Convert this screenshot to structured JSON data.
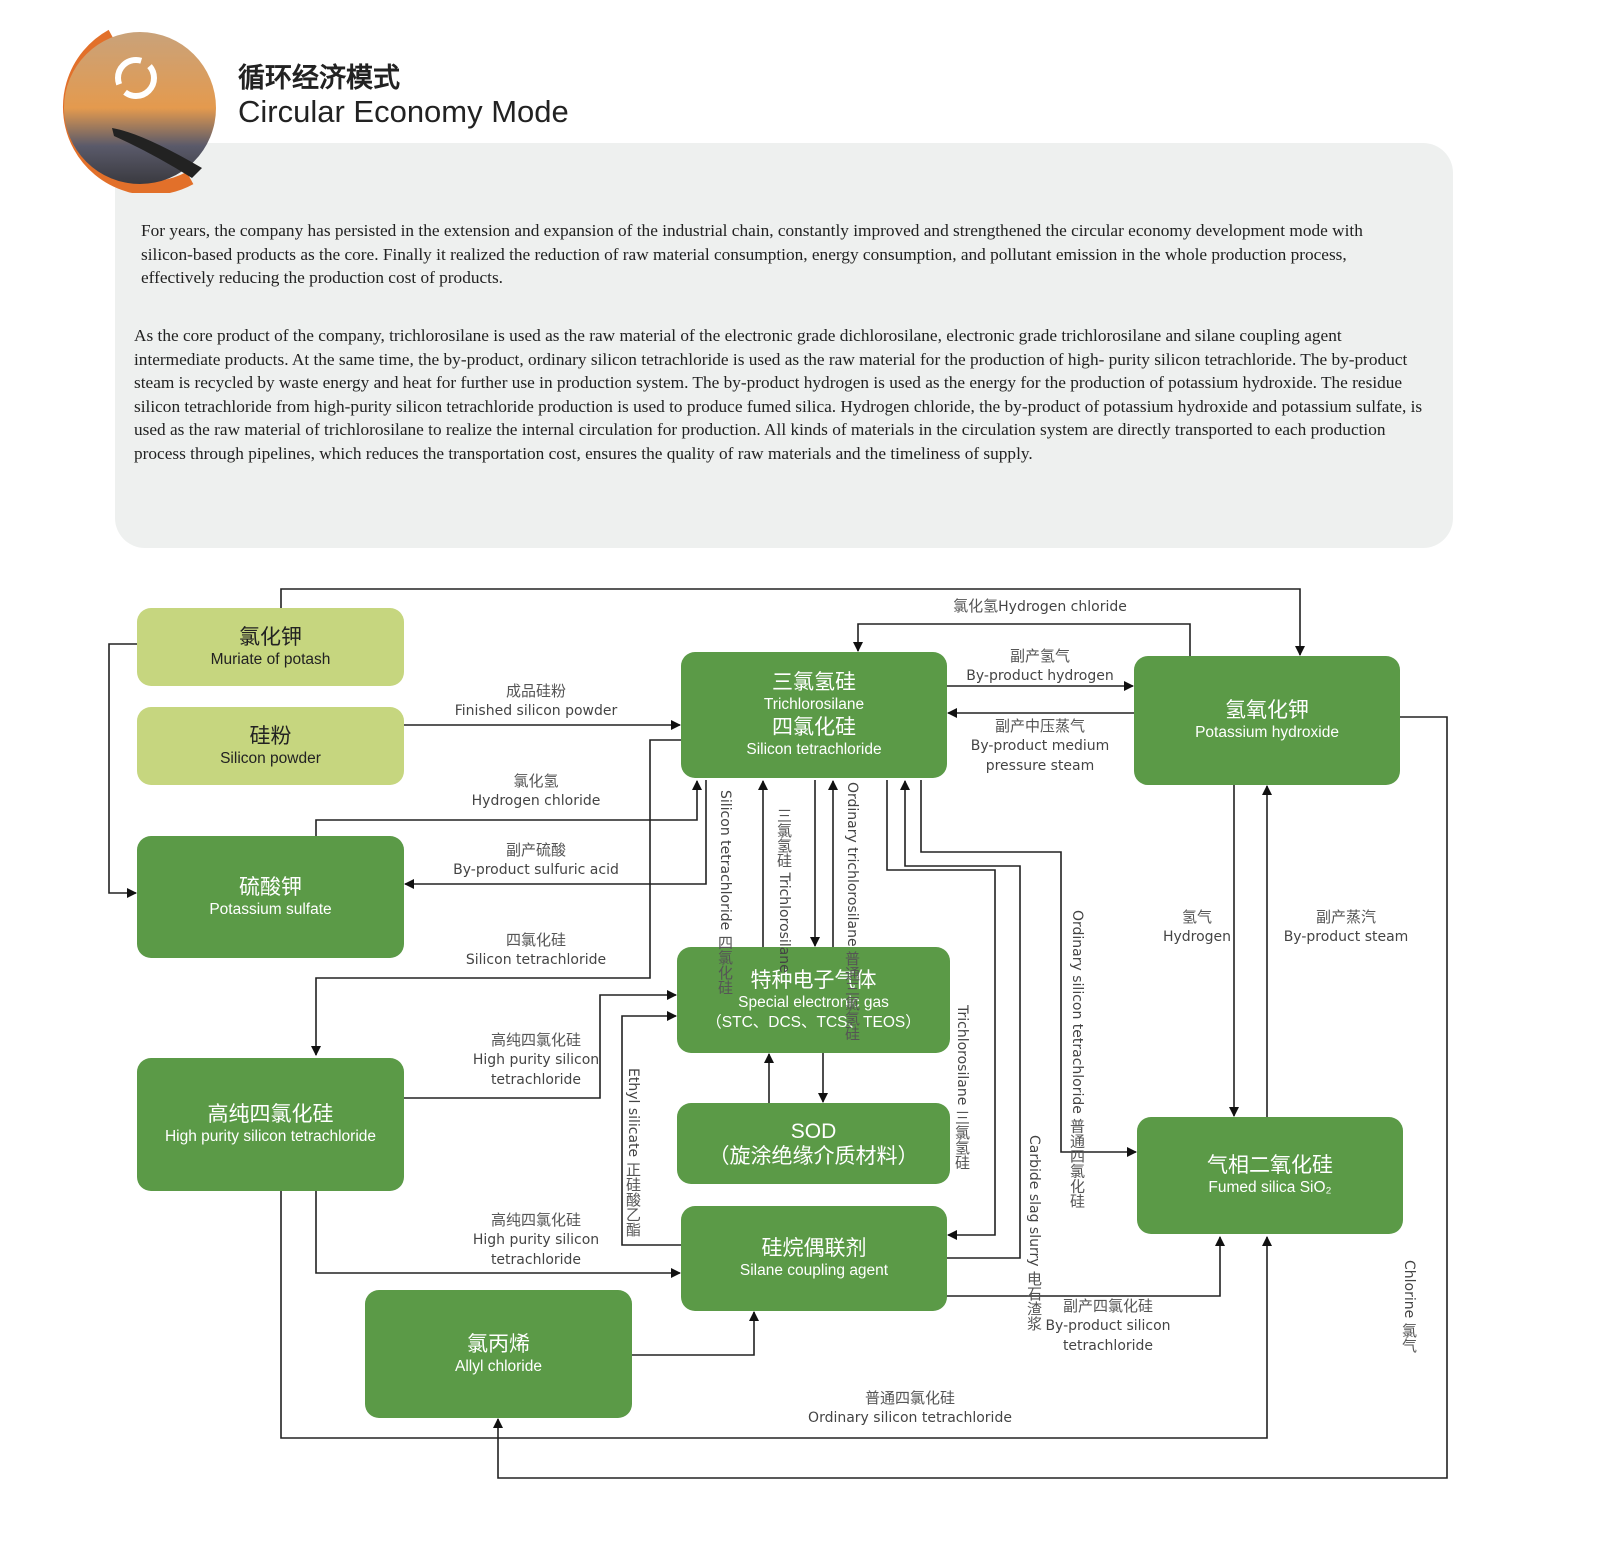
{
  "header": {
    "title_cn": "循环经济模式",
    "title_en": "Circular Economy Mode"
  },
  "intro": {
    "p1": "For years, the company has persisted in the extension and expansion of the industrial chain, constantly improved and strengthened the circular economy development mode with silicon-based products as the core. Finally it realized the reduction of raw material consumption, energy consumption, and pollutant emission in the whole production process, effectively reducing the production cost of products.",
    "p2": "As the core product of the company, trichlorosilane is used as the raw material of the electronic grade dichlorosilane, electronic grade trichlorosilane and silane coupling agent intermediate products. At the same time, the by-product, ordinary silicon tetrachloride is used as the raw material for the production of high- purity silicon tetrachloride. The by-product steam is recycled by waste energy and heat for further use in production system. The by-product hydrogen is used as the energy for the production of potassium hydroxide. The residue silicon tetrachloride from high-purity silicon tetrachloride production is used to produce fumed silica. Hydrogen chloride, the by-product of potassium hydroxide and potassium sulfate, is used as the raw material of trichlorosilane to realize the internal circulation for production. All kinds of materials in the circulation system are directly transported to each production process through pipelines, which reduces the transportation cost,  ensures the quality of raw materials and the timeliness of supply."
  },
  "nodes": {
    "muriate": {
      "cn": "氯化钾",
      "en": "Muriate of potash"
    },
    "silicon_powder": {
      "cn": "硅粉",
      "en": "Silicon powder"
    },
    "potassium_sulfate": {
      "cn": "硫酸钾",
      "en": "Potassium sulfate"
    },
    "high_purity_stc": {
      "cn": "高纯四氯化硅",
      "en": "High purity silicon tetrachloride"
    },
    "allyl": {
      "cn": "氯丙烯",
      "en": "Allyl chloride"
    },
    "tcs": {
      "cn1": "三氯氢硅",
      "en1": "Trichlorosilane",
      "cn2": "四氯化硅",
      "en2": "Silicon tetrachloride"
    },
    "koh": {
      "cn": "氢氧化钾",
      "en": "Potassium hydroxide"
    },
    "gas": {
      "cn": "特种电子气体",
      "en": "Special electronic gas",
      "sub": "（STC、DCS、TCS、TEOS）"
    },
    "sod": {
      "en": "SOD",
      "cn": "（旋涂绝缘介质材料）"
    },
    "silane": {
      "cn": "硅烷偶联剂",
      "en": "Silane coupling agent"
    },
    "fumed": {
      "cn": "气相二氧化硅",
      "en": "Fumed silica SiO₂"
    }
  },
  "edges": {
    "hcl_top": {
      "cn": "氯化氢",
      "en": "Hydrogen chloride"
    },
    "h2": {
      "cn": "副产氢气",
      "en": "By-product hydrogen"
    },
    "steam_mp": {
      "cn": "副产中压蒸气",
      "en": "By-product medium",
      "en2": "pressure steam"
    },
    "powder": {
      "cn": "成品硅粉",
      "en": "Finished silicon powder"
    },
    "hcl": {
      "cn": "氯化氢",
      "en": "Hydrogen chloride"
    },
    "sulfuric": {
      "cn": "副产硫酸",
      "en": "By-product sulfuric acid"
    },
    "stc": {
      "cn": "四氯化硅",
      "en": "Silicon tetrachloride"
    },
    "hp1": {
      "cn": "高纯四氯化硅",
      "en": "High purity silicon",
      "en2": "tetrachloride"
    },
    "hp2": {
      "cn": "高纯四氯化硅",
      "en": "High purity silicon",
      "en2": "tetrachloride"
    },
    "v_stc": {
      "cn": "四氯化硅",
      "en": "Silicon tetrachloride"
    },
    "v_tcs": {
      "cn": "三氯氢硅",
      "en": "Trichlorosilane"
    },
    "v_otcs": {
      "cn": "普通三氯氢硅",
      "en": "Ordinary trichlorosilane"
    },
    "v_tcs2": {
      "cn": "三氯氢硅",
      "en": "Trichlorosilane"
    },
    "v_ostc": {
      "cn": "普通四氯化硅",
      "en": "Ordinary silicon tetrachloride"
    },
    "v_carbide": {
      "cn": "电石渣浆",
      "en": "Carbide slag slurry"
    },
    "v_ethyl": {
      "cn": "正硅酸乙酯",
      "en": "Ethyl silicate"
    },
    "hydrogen": {
      "cn": "氢气",
      "en": "Hydrogen"
    },
    "steam": {
      "cn": "副产蒸汽",
      "en": "By-product steam"
    },
    "bp_stc": {
      "cn": "副产四氯化硅",
      "en": "By-product silicon",
      "en2": "tetrachloride"
    },
    "ord_stc": {
      "cn": "普通四氯化硅",
      "en": "Ordinary silicon tetrachloride"
    },
    "chlorine": {
      "cn": "氯气",
      "en": "Chlorine"
    }
  },
  "colors": {
    "dark_green": "#5b9a47",
    "light_green": "#c6d67f",
    "orange": "#e2702a",
    "panel": "#eef0ef"
  }
}
